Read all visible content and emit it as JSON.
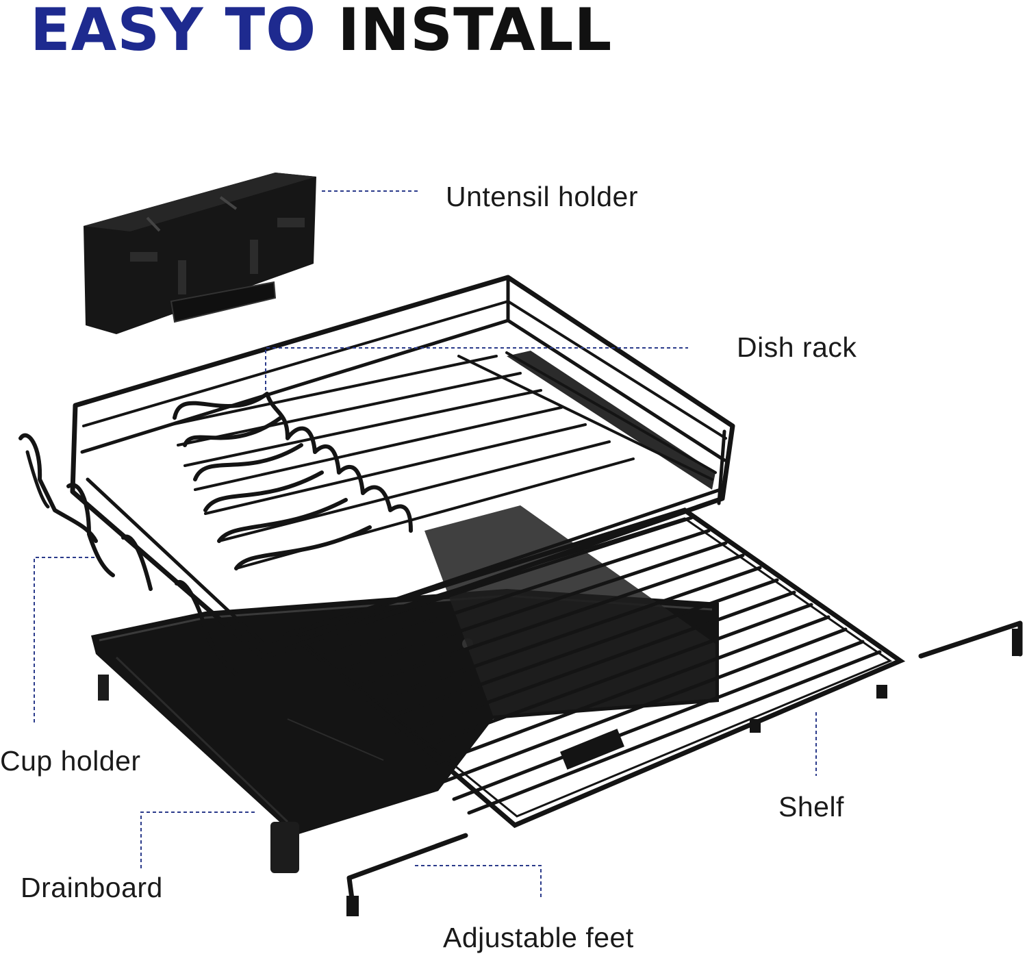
{
  "headline": {
    "accent": "EASY TO",
    "main": "INSTALL"
  },
  "labels": {
    "utensil_holder": "Untensil holder",
    "dish_rack": "Dish rack",
    "cup_holder": "Cup holder",
    "drainboard": "Drainboard",
    "shelf": "Shelf",
    "adjustable_feet": "Adjustable feet"
  },
  "colors": {
    "accent": "#1e2a8f",
    "text": "#111111",
    "product": "#141414",
    "leader_line": "#2a3a8a"
  }
}
